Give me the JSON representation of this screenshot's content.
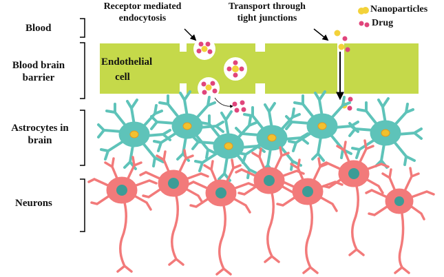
{
  "labels": {
    "blood": "Blood",
    "bbb": "Blood brain barrier",
    "astrocytes": "Astrocytes in brain",
    "neurons": "Neurons",
    "endothelial": "Endothelial cell",
    "receptor": "Receptor mediated endocytosis",
    "transport": "Transport through tight junctions"
  },
  "legend": {
    "nanoparticles": "Nanoparticles",
    "drug": "Drug"
  },
  "colors": {
    "endothelial": "#c5d94a",
    "astrocyte": "#5ec3b9",
    "astrocyte_nucleus": "#f2c12e",
    "neuron": "#f27a7a",
    "neuron_nucleus": "#3c9c96",
    "nanoparticle": "#f3d23a",
    "drug": "#e0457b"
  }
}
